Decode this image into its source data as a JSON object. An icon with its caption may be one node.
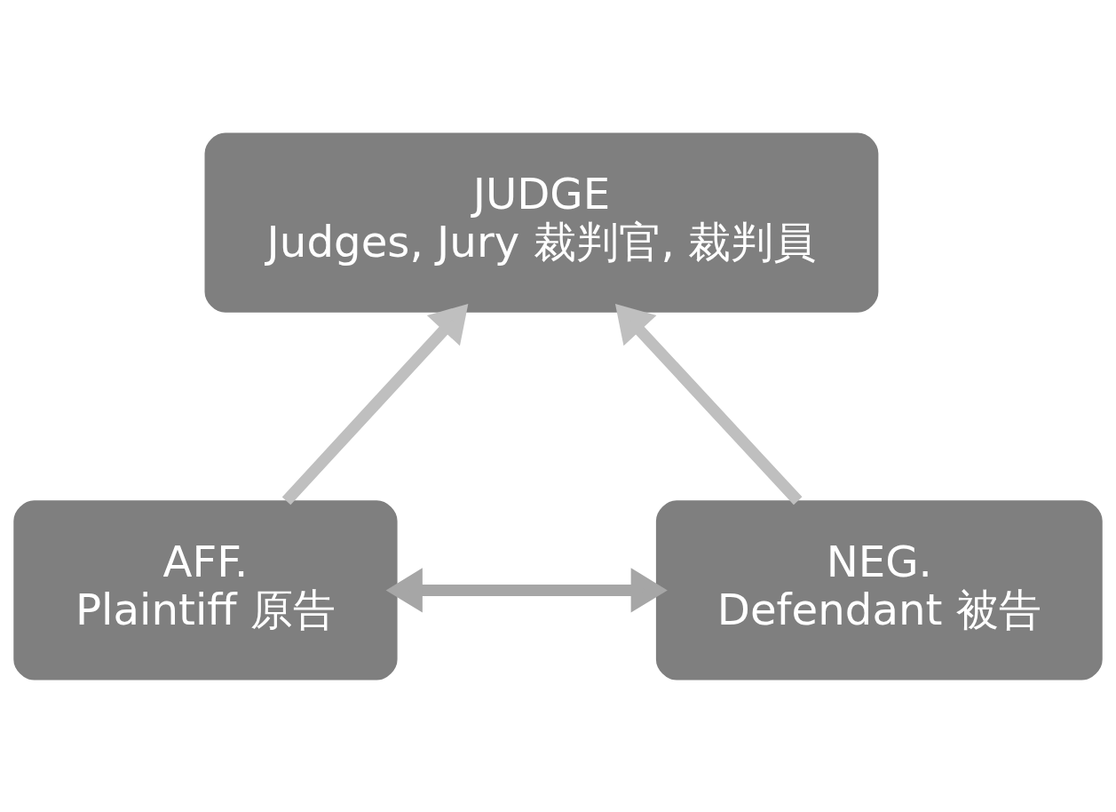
{
  "diagram": {
    "nodes": [
      {
        "text": [
          "JUDGE",
          "Judges, Jury 裁判官, 裁判員"
        ]
      },
      {
        "text": [
          "AFF.",
          "Plaintiff 原告"
        ]
      },
      {
        "text": [
          "NEG.",
          "Defendant 被告"
        ]
      }
    ],
    "edges": [
      {
        "from": 1,
        "to": 0,
        "arrow": "to"
      },
      {
        "from": 2,
        "to": 0,
        "arrow": "to"
      },
      {
        "from": 1,
        "to": 2,
        "arrow": "both",
        "color": "#a6a6a6"
      }
    ]
  }
}
